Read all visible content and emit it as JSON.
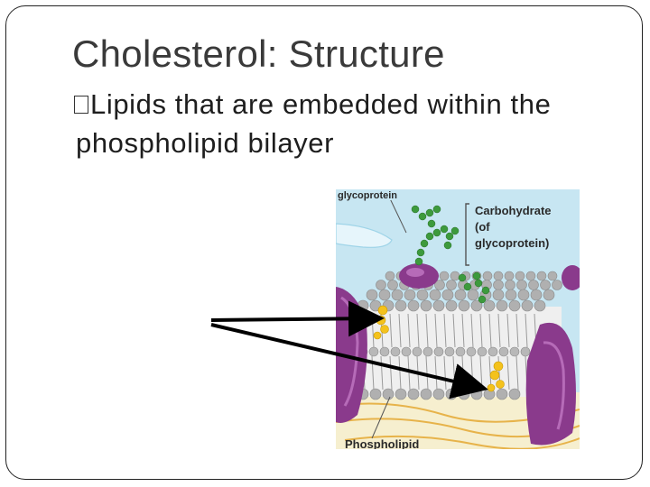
{
  "slide": {
    "title": "Cholesterol: Structure",
    "bullet": "Lipids that are embedded within the phospholipid bilayer"
  },
  "figure": {
    "label_top": "glycoprotein",
    "label_carbohydrate_1": "Carbohydrate",
    "label_carbohydrate_2": "(of",
    "label_carbohydrate_3": "glycoprotein)",
    "label_bottom": "Phospholipid"
  },
  "colors": {
    "arrow": "#000000",
    "cholesterol": "#f4c21c",
    "protein": "#8a3a8c",
    "sugar_chain": "#3d9a3d",
    "phospholipid_head": "#a9a9a9"
  }
}
